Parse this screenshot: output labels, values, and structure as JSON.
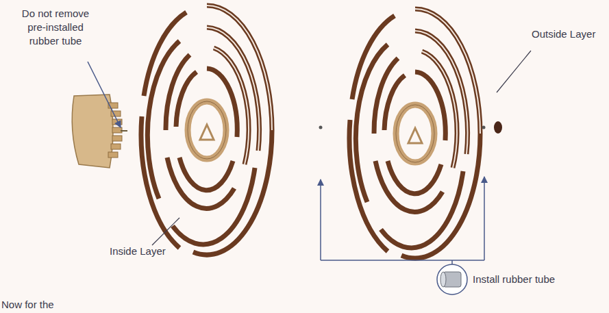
{
  "diagram": {
    "labels": [
      "Do not remove pre-installed rubber tube",
      "Inside Layer",
      "Outside Layer",
      "Install rubber tube",
      "Now for the"
    ]
  }
}
